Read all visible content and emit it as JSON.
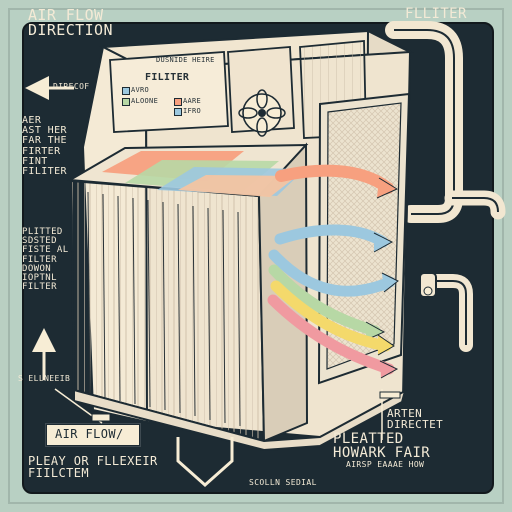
{
  "diagram": {
    "top_left_label": "AIR FLOW\nDIRECTION",
    "top_right_label": "FLLITER",
    "left_arrow_label": "DIRECOF",
    "left_block_text": "AER\nAST HER\nFAR THE\nFIRTER\nFINT\nFILITER",
    "left_middle_text": "PLITTED\nSDSTED\nFISTE  AL\nFILTER\nDOWON\nIOPTNL\nFILTER",
    "left_small_arrow_text": "S ELLNEEIB",
    "air_flow_label": "AIR FLOW/",
    "bottom_left_text": "PLEAY OR FLLEXEIR\nFIILCTEM",
    "bottom_center_text": "SCOLLN SEDIAL",
    "right_direction_text": "ARTEN\nDIRECTET",
    "right_pleat_text": "PLEATTED\nHOWARK FAIR",
    "right_bottom_text": "AIRSP EAAAE HOW",
    "unit": {
      "panel_title": "FILITER",
      "small_top_text": "DUSNIDE HEIRE",
      "legend_left_1": "Avro",
      "legend_left_2": "Aloone",
      "legend_right_1": "Aare",
      "legend_right_2": "Ifro"
    },
    "colors": {
      "background": "#b9cfc2",
      "frame": "#1d2b33",
      "paper": "#f7edd5",
      "metal": "#ebe1cf",
      "orange": "#f7a07f",
      "green": "#b7d8a5",
      "blue": "#9cc8df",
      "yellow": "#f4d96b",
      "pink": "#f09aa0"
    }
  }
}
